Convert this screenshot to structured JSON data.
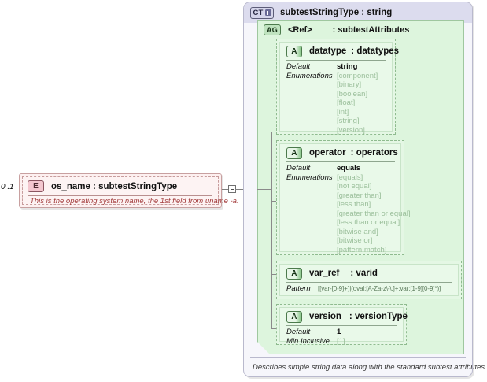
{
  "diagram": {
    "element": {
      "badge": "E",
      "badge_icon": "element-badge-icon",
      "cardinality": "0..1",
      "name": "os_name",
      "separator": ":",
      "type": "subtestStringType",
      "title": "os_name : subtestStringType",
      "documentation": "This is the operating system name, the 1st field from uname -a.",
      "colors": {
        "fill": "#fdf0f0",
        "border": "#c8a0a0",
        "text": "#a33c3c"
      }
    },
    "connector": {
      "icon": "collapse-minus-icon",
      "state": "expanded"
    },
    "complex_type": {
      "badge": "CT",
      "badge_icon": "complextype-expand-icon",
      "name": "subtestStringType",
      "separator": ":",
      "base": "string",
      "title": "subtestStringType : string",
      "annotation": "Describes simple string data along with the standard subtest attributes.",
      "colors": {
        "fill": "#f6f6fb",
        "header": "#dcdcee",
        "border": "#b9b9cd"
      }
    },
    "attribute_group": {
      "badge": "AG",
      "badge_icon": "attributegroup-badge-icon",
      "ref_label": "<Ref>",
      "separator": ":",
      "ref_name": "subtestAttributes",
      "colors": {
        "fill": "#ddf5dd",
        "border": "#9fc79f"
      }
    },
    "attributes": [
      {
        "badge": "A",
        "badge_icon": "attribute-badge-icon",
        "name": "datatype",
        "separator": ":",
        "type": "datatypes",
        "facets": [
          {
            "label": "Default",
            "value": "string",
            "kind": "default"
          },
          {
            "label": "Enumerations",
            "value": "",
            "kind": "enumerations",
            "items": [
              "[component]",
              "[binary]",
              "[boolean]",
              "[float]",
              "[int]",
              "[string]",
              "[version]"
            ]
          }
        ]
      },
      {
        "badge": "A",
        "badge_icon": "attribute-badge-icon",
        "name": "operator",
        "separator": ":",
        "type": "operators",
        "facets": [
          {
            "label": "Default",
            "value": "equals",
            "kind": "default"
          },
          {
            "label": "Enumerations",
            "value": "",
            "kind": "enumerations",
            "items": [
              "[equals]",
              "[not equal]",
              "[greater than]",
              "[less than]",
              "[greater than or equal]",
              "[less than or equal]",
              "[bitwise and]",
              "[bitwise or]",
              "[pattern match]"
            ]
          }
        ]
      },
      {
        "badge": "A",
        "badge_icon": "attribute-badge-icon",
        "name": "var_ref",
        "separator": ":",
        "type": "varid",
        "facets": [
          {
            "label": "Pattern",
            "value": "[[var-[0-9]+)|(oval:[A-Za-z\\-\\.]+:var:[1-9][0-9]*)]",
            "kind": "pattern"
          }
        ]
      },
      {
        "badge": "A",
        "badge_icon": "attribute-badge-icon",
        "name": "version",
        "separator": ":",
        "type": "versionType",
        "facets": [
          {
            "label": "Default",
            "value": "1",
            "kind": "default"
          },
          {
            "label": "Min Inclusive",
            "value": "[1]",
            "kind": "mininclusive"
          }
        ]
      }
    ]
  }
}
